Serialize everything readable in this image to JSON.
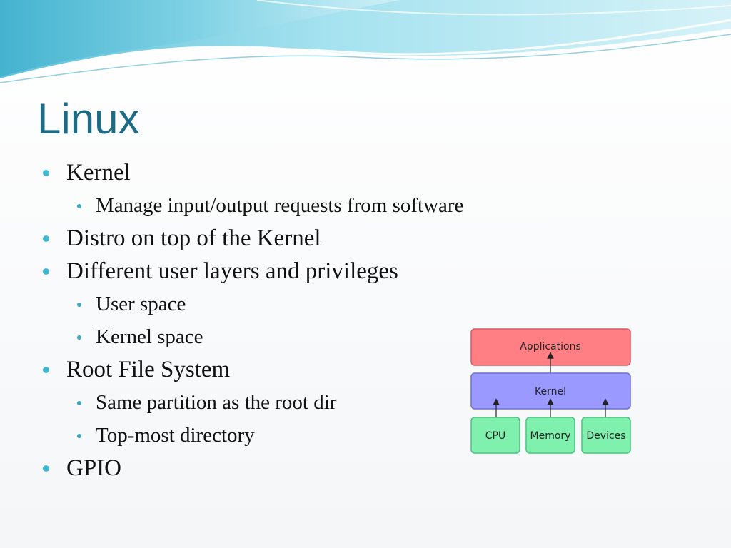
{
  "slide": {
    "title": "Linux",
    "bullets": [
      {
        "level": 1,
        "text": "Kernel"
      },
      {
        "level": 2,
        "text": "Manage input/output requests from software"
      },
      {
        "level": 1,
        "text": "Distro on top of the Kernel"
      },
      {
        "level": 1,
        "text": "Different user layers and privileges"
      },
      {
        "level": 2,
        "text": "User  space"
      },
      {
        "level": 2,
        "text": "Kernel space"
      },
      {
        "level": 1,
        "text": "Root File System"
      },
      {
        "level": 2,
        "text": "Same partition as the root dir"
      },
      {
        "level": 2,
        "text": "Top-most directory"
      },
      {
        "level": 1,
        "text": "GPIO"
      }
    ]
  },
  "diagram": {
    "applications": "Applications",
    "kernel": "Kernel",
    "cpu": "CPU",
    "memory": "Memory",
    "devices": "Devices",
    "colors": {
      "applications": "#ff7f84",
      "kernel": "#9999ff",
      "hardware": "#7ff0ae"
    }
  },
  "theme": {
    "title_color": "#1d6b84",
    "bullet_color": "#3fb8cf"
  }
}
